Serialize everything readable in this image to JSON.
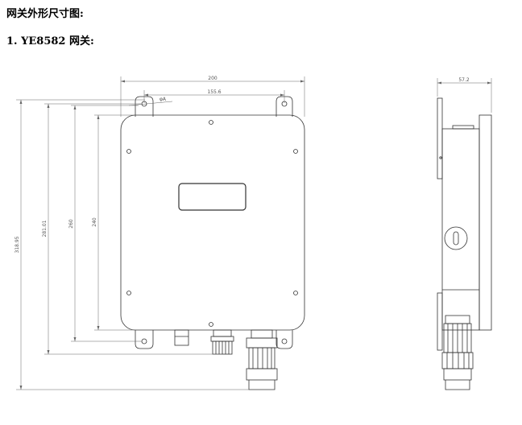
{
  "heading": "网关外形尺寸图:",
  "subheading": "1. YE8582 网关:",
  "dimensions": {
    "width_total": "200",
    "width_holes": "155.6",
    "hole_dia": "φA",
    "height_total": "318.95",
    "height_281": "281.01",
    "height_260": "260",
    "height_240": "240",
    "depth": "57.2"
  },
  "colors": {
    "line": "#333333",
    "dim": "#666666"
  }
}
